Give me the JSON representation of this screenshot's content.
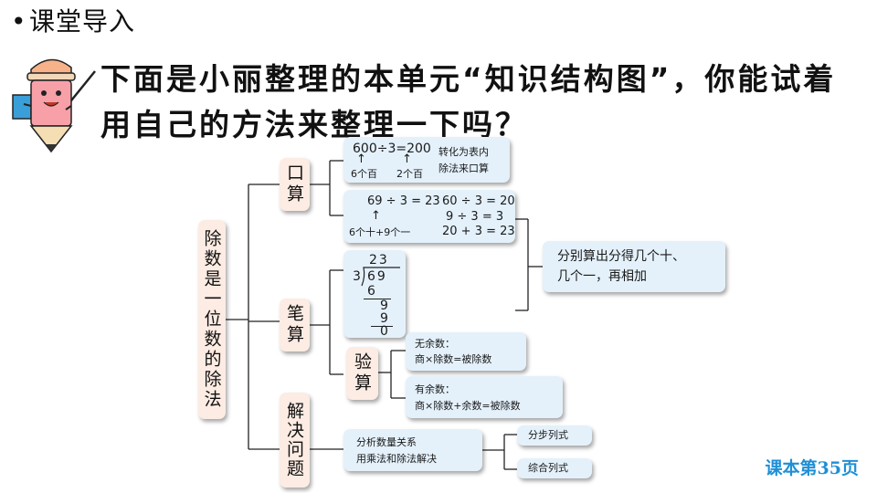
{
  "header": {
    "bullet": "•",
    "title": "课堂导入"
  },
  "prompt": {
    "text": "下面是小丽整理的本单元“知识结构图”，你能试着用自己的方法来整理一下吗？"
  },
  "root": {
    "label": "除数是一位数的除法"
  },
  "branches": {
    "oral": {
      "label": "口算",
      "example1": {
        "equation": "600÷3=200",
        "note_line1": "转化为表内",
        "note_line2": "除法来口算",
        "sub_left": "6个百",
        "sub_right": "2个百",
        "arrow": "↑"
      },
      "example2": {
        "equation_left": "69 ÷ 3 = 23",
        "sub": "6个十+9个一",
        "arrow": "↑",
        "step1": "60 ÷ 3 = 20",
        "step2": "9 ÷ 3 = 3",
        "step3": "20 + 3 = 23"
      },
      "method_line1": "分别算出分得几个十、",
      "method_line2": "几个一，再相加"
    },
    "written": {
      "label": "笔算",
      "long_division": {
        "quotient": "23",
        "divisor": "3",
        "dividend": "69",
        "sub1": "6",
        "rem1": "9",
        "sub2": "9",
        "rem2": "0"
      },
      "check": {
        "label": "验算",
        "no_remainder_title": "无余数：",
        "no_remainder_rule": "商×除数=被除数",
        "remainder_title": "有余数：",
        "remainder_rule": "商×除数+余数=被除数"
      }
    },
    "solve": {
      "label": "解决问题",
      "analysis_line1": "分析数量关系",
      "analysis_line2": "用乘法和除法解决",
      "step_by_step": "分步列式",
      "combined": "综合列式"
    }
  },
  "footer": {
    "page_ref": "课本第35页"
  },
  "colors": {
    "box_blue": "#e4f1fb",
    "box_peach": "#fcece3",
    "page_ref": "#1f8fd6"
  }
}
